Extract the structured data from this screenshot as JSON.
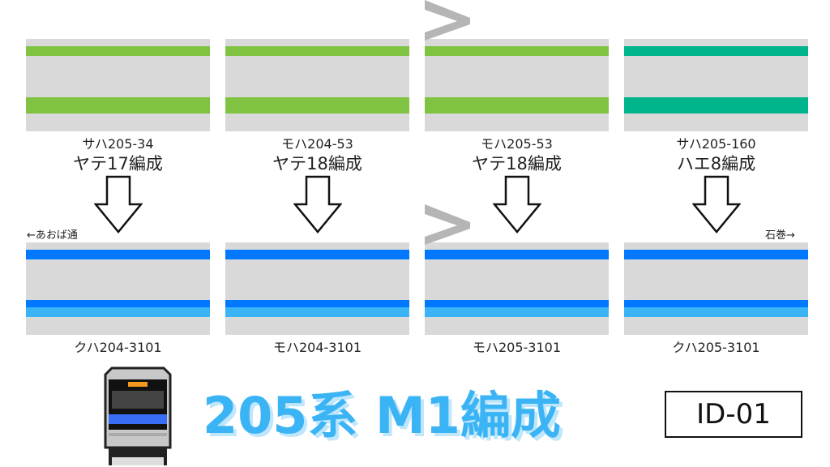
{
  "colors": {
    "yamanote_green": "#80c342",
    "yokosuka_green": "#00b48c",
    "senseki_blue": "#0078ff",
    "senseki_light": "#3bb4f5",
    "body": "#d9d9d9"
  },
  "before": [
    {
      "car": "サハ205-34",
      "formation": "ヤテ17編成",
      "stripe": "#80c342"
    },
    {
      "car": "モハ204-53",
      "formation": "ヤテ18編成",
      "stripe": "#80c342"
    },
    {
      "car": "モハ205-53",
      "formation": "ヤテ18編成",
      "stripe": "#80c342"
    },
    {
      "car": "サハ205-160",
      "formation": "ハエ8編成",
      "stripe": "#00b48c"
    }
  ],
  "after": [
    {
      "car": "クハ204-3101"
    },
    {
      "car": "モハ204-3101"
    },
    {
      "car": "モハ205-3101"
    },
    {
      "car": "クハ205-3101"
    }
  ],
  "direction_left": "←あおば通",
  "direction_right": "石巻→",
  "title": "205系 M1編成",
  "id": "ID-01"
}
